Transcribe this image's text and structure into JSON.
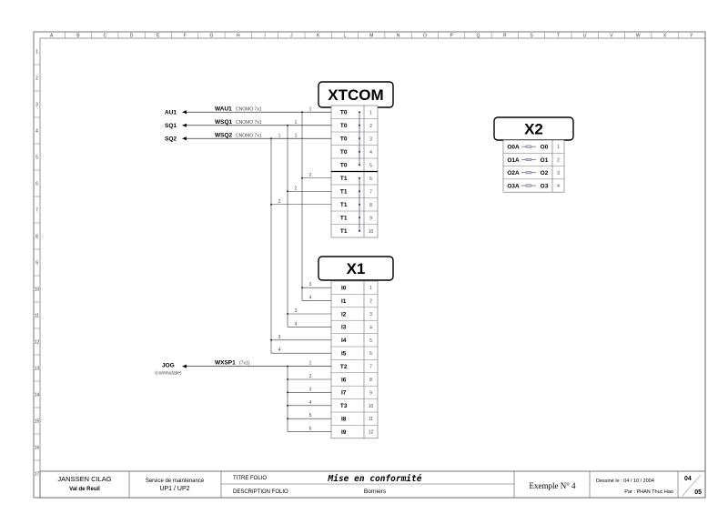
{
  "grid": {
    "columns": [
      "A",
      "B",
      "C",
      "D",
      "E",
      "F",
      "G",
      "H",
      "I",
      "J",
      "K",
      "L",
      "M",
      "N",
      "O",
      "P",
      "Q",
      "R",
      "S",
      "T",
      "U",
      "V",
      "W",
      "X",
      "Y"
    ],
    "rows": [
      "1",
      "2",
      "3",
      "4",
      "5",
      "6",
      "7",
      "8",
      "9",
      "10",
      "11",
      "12",
      "13",
      "14",
      "15",
      "16",
      "17"
    ]
  },
  "xtcom": {
    "title": "XTCOM",
    "rows": [
      {
        "label": "T0",
        "num": "1"
      },
      {
        "label": "T0",
        "num": "2"
      },
      {
        "label": "T0",
        "num": "3"
      },
      {
        "label": "T0",
        "num": "4"
      },
      {
        "label": "T0",
        "num": "5"
      },
      {
        "label": "T1",
        "num": "6"
      },
      {
        "label": "T1",
        "num": "7"
      },
      {
        "label": "T1",
        "num": "8"
      },
      {
        "label": "T1",
        "num": "9"
      },
      {
        "label": "T1",
        "num": "10"
      }
    ]
  },
  "x1": {
    "title": "X1",
    "rows": [
      {
        "label": "I0",
        "num": "1"
      },
      {
        "label": "I1",
        "num": "2"
      },
      {
        "label": "I2",
        "num": "3"
      },
      {
        "label": "I3",
        "num": "4"
      },
      {
        "label": "I4",
        "num": "5"
      },
      {
        "label": "I5",
        "num": "6"
      },
      {
        "label": "T2",
        "num": "7"
      },
      {
        "label": "I6",
        "num": "8"
      },
      {
        "label": "I7",
        "num": "9"
      },
      {
        "label": "T3",
        "num": "10"
      },
      {
        "label": "I8",
        "num": "11"
      },
      {
        "label": "I9",
        "num": "12"
      }
    ]
  },
  "x2": {
    "title": "X2",
    "rows": [
      {
        "left": "O0A",
        "right": "O0",
        "num": "1"
      },
      {
        "left": "O1A",
        "right": "O1",
        "num": "2"
      },
      {
        "left": "O2A",
        "right": "O2",
        "num": "3"
      },
      {
        "left": "O3A",
        "right": "O3",
        "num": "4"
      }
    ]
  },
  "signals": [
    {
      "signal": "AU1",
      "cable": "WAU1",
      "cable_type": "CNOMO 7x1",
      "conductors": [
        "1",
        "2",
        "3",
        "4"
      ]
    },
    {
      "signal": "SQ1",
      "cable": "WSQ1",
      "cable_type": "CNOMO 7x1",
      "conductors": [
        "1",
        "2",
        "3",
        "4"
      ]
    },
    {
      "signal": "SQ2",
      "cable": "WSQ2",
      "cable_type": "CNOMO 7x1",
      "conductors": [
        "1",
        "1",
        "2",
        "3",
        "4"
      ]
    }
  ],
  "jog": {
    "signal": "JOG",
    "subtitle": "(commutatie)",
    "cable": "WXSP1",
    "cable_type": "(7x1)",
    "conductors": [
      "1",
      "2",
      "3",
      "4",
      "5",
      "6"
    ]
  },
  "title_block": {
    "company": "JANSSEN  CILAG",
    "site": "Val de Reuil",
    "service": "Service de maintenance",
    "unit": "UP1 / UP2",
    "titre_label": "TITRE FOLIO",
    "titre_value": "Mise en conformité",
    "desc_label": "DESCRIPTION FOLIO",
    "desc_value": "Borniers",
    "example": "Exemple N° 4",
    "drawn_label": "Dessiné le :  04 / 10 / 2004",
    "author": "Par : PHAN Thuc Hao",
    "page": "04",
    "total": "05"
  }
}
